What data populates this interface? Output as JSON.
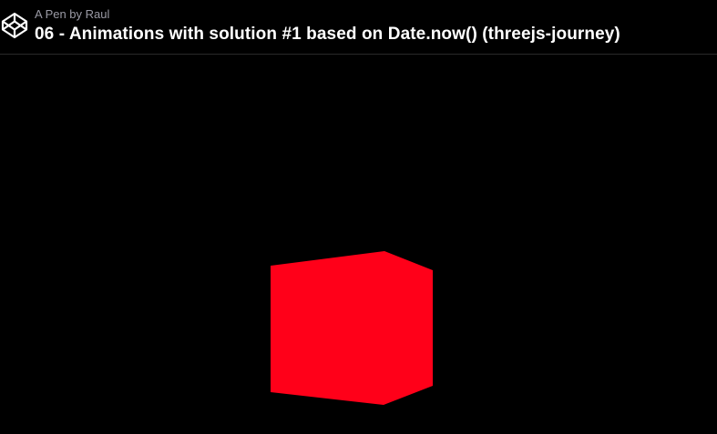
{
  "header": {
    "byline": "A Pen by Raul",
    "title": "06 - Animations with solution #1 based on Date.now() (threejs-journey)",
    "logo_icon": "codepen-logo-icon"
  },
  "scene": {
    "background_color": "#000000",
    "object": "cube",
    "cube_color": "#ff0019"
  }
}
